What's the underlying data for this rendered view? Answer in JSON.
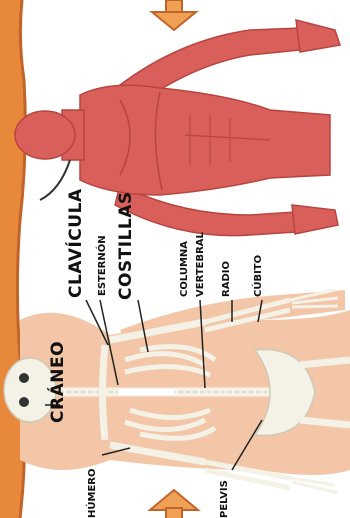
{
  "labels": {
    "craneo": "CRÁNEO",
    "clavicula": "CLAVÍCULA",
    "esternon": "ESTERNÓN",
    "costillas": "COSTILLAS",
    "columna": "COLUMNA",
    "vertebral": "VERTEBRAL",
    "radio": "RADIO",
    "cubito": "CÚBITO",
    "humero": "HÚMERO",
    "pelvis": "PELVIS"
  },
  "colors": {
    "frame": "#e8883a",
    "frame_dark": "#c0652a",
    "arrow": "#f0a055",
    "muscle": "#d9605a",
    "muscle_dark": "#b8443f",
    "skin": "#f3c6a8",
    "bone": "#f4f1e6",
    "bone_shade": "#cfc8b4"
  }
}
